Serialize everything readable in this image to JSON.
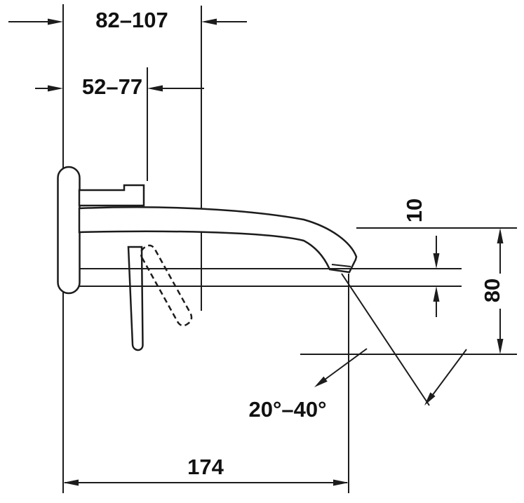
{
  "drawing": {
    "type": "faucet-installation-dimension-diagram",
    "line_color": "#1c1c1c",
    "background": "#ffffff"
  },
  "dims": {
    "top_width": "82–107",
    "inner_width": "52–77",
    "drop": "10",
    "height": "80",
    "angle": "20°–40°",
    "spout_length": "174"
  }
}
